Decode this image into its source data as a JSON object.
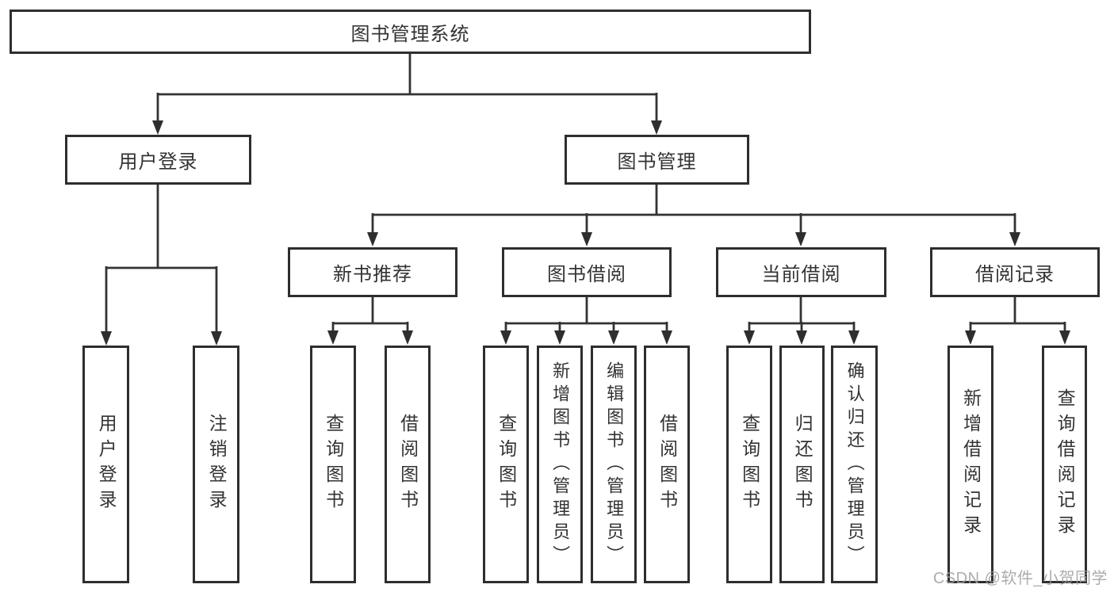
{
  "diagram": {
    "root_label": "图书管理系统",
    "branches": [
      {
        "label": "用户登录",
        "children": [
          {
            "label": "用户登录"
          },
          {
            "label": "注销登录"
          }
        ]
      },
      {
        "label": "图书管理",
        "children": [
          {
            "label": "新书推荐",
            "children": [
              {
                "label": "查询图书"
              },
              {
                "label": "借阅图书"
              }
            ]
          },
          {
            "label": "图书借阅",
            "children": [
              {
                "label": "查询图书"
              },
              {
                "label": "新增图书（管理员）"
              },
              {
                "label": "编辑图书（管理员）"
              },
              {
                "label": "借阅图书"
              }
            ]
          },
          {
            "label": "当前借阅",
            "children": [
              {
                "label": "查询图书"
              },
              {
                "label": "归还图书"
              },
              {
                "label": "确认归还（管理员）"
              }
            ]
          },
          {
            "label": "借阅记录",
            "children": [
              {
                "label": "新增借阅记录"
              },
              {
                "label": "查询借阅记录"
              }
            ]
          }
        ]
      }
    ]
  },
  "watermark": {
    "text": "CSDN @软件_小贺同学"
  },
  "colors": {
    "line": "#333333",
    "border": "#2e2e2e",
    "text": "#333333",
    "watermark": "#9e9e9e",
    "background": "#ffffff"
  }
}
